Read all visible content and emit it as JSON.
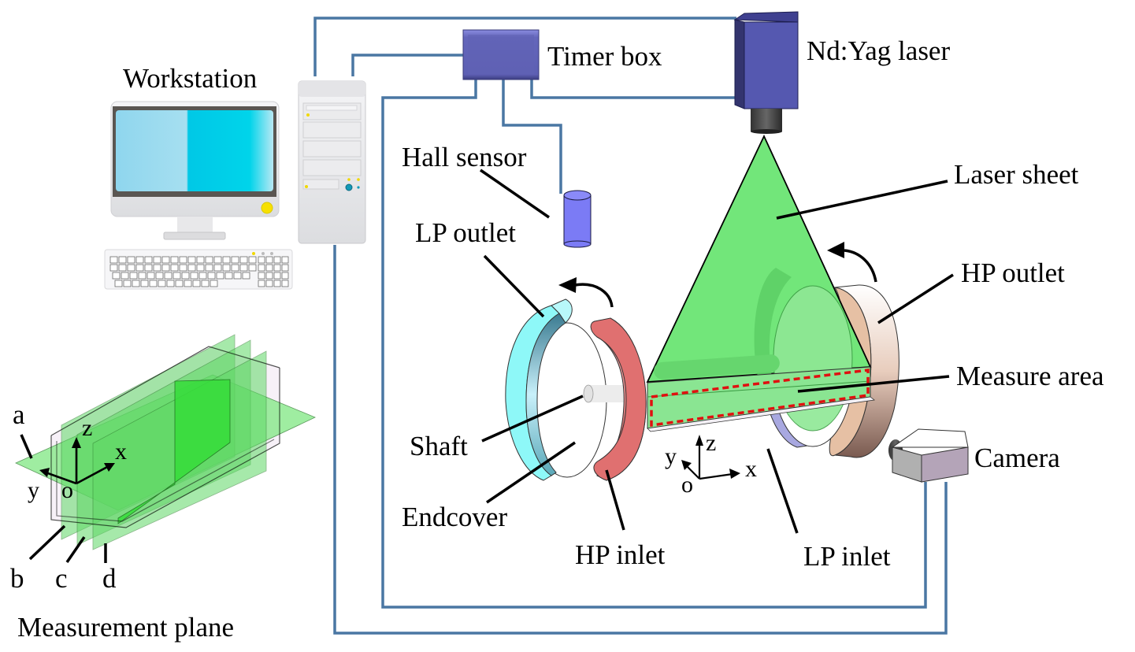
{
  "diagram": {
    "title": "PIV experimental setup",
    "labels": {
      "workstation": "Workstation",
      "timer_box": "Timer box",
      "laser": "Nd:Yag laser",
      "hall_sensor": "Hall sensor",
      "laser_sheet": "Laser sheet",
      "lp_outlet": "LP outlet",
      "hp_outlet": "HP outlet",
      "measure_area": "Measure area",
      "shaft": "Shaft",
      "endcover": "Endcover",
      "hp_inlet": "HP inlet",
      "lp_inlet": "LP inlet",
      "camera": "Camera",
      "measurement_plane": "Measurement plane"
    },
    "planes": [
      "a",
      "b",
      "c",
      "d"
    ],
    "axes": {
      "x": "x",
      "y": "y",
      "z": "z",
      "origin": "o"
    },
    "colors": {
      "wire": "#4a77a3",
      "laser_body": "#5558b0",
      "timer_box": "#6062b5",
      "hall_sensor": "#7b7bf5",
      "laser_sheet": "#72e67a",
      "lp_outlet": "#8ef8f8",
      "hp_inlet": "#e07070",
      "hp_outlet": "#e8c4a8",
      "lp_inlet": "#a8a8e0",
      "measure_area_outline": "#e01010",
      "camera": "#b4a4b8",
      "screen": "#00cfe8"
    }
  }
}
